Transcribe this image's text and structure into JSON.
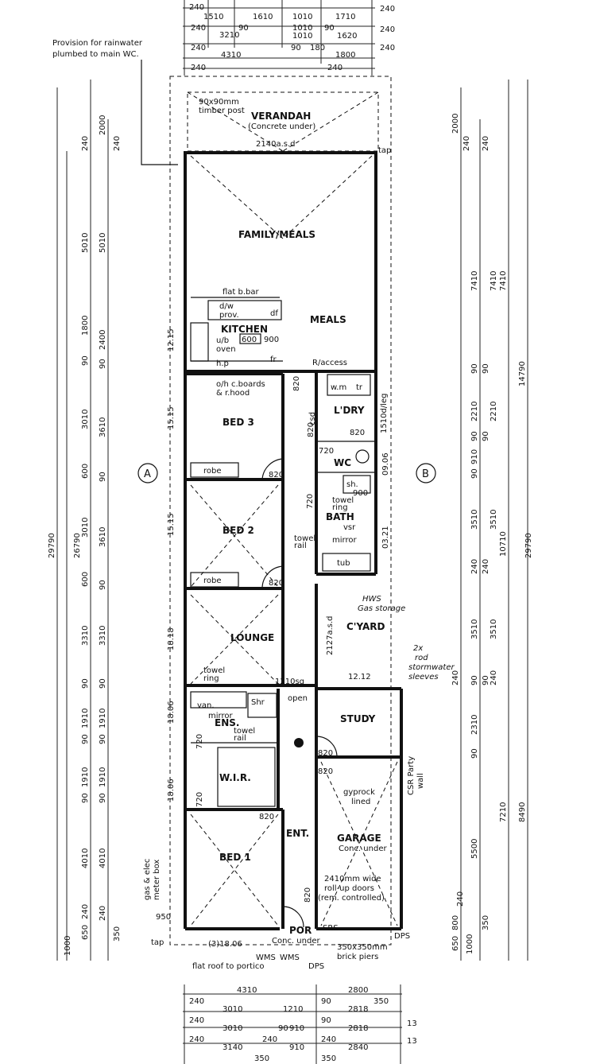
{
  "notes": {
    "rainwater": [
      "Provision for rainwater",
      "plumbed to main WC."
    ],
    "gas_box": [
      "gas & elec",
      "meter box"
    ],
    "flat_roof": "flat roof to portico",
    "stormwater": [
      "2x",
      "rod",
      "stormwater",
      "sleeves"
    ],
    "hws": [
      "HWS",
      "Gas storage"
    ],
    "gyprock": [
      "gyprock",
      "lined"
    ],
    "party_wall": [
      "CSR Party",
      "wall"
    ],
    "ch_codes": [
      "WMS",
      "DPS",
      "SRS",
      "WMS",
      "DPS"
    ]
  },
  "rooms": {
    "verandah": "VERANDAH",
    "verandah_sub": "(Concrete under)",
    "family": "FAMILY/MEALS",
    "meals": "MEALS",
    "kitchen": "KITCHEN",
    "bed3": "BED 3",
    "bed2": "BED 2",
    "lounge": "LOUNGE",
    "laundry": "L'DRY",
    "wc": "WC",
    "bath": "BATH",
    "courtyard": "C'YARD",
    "ens": "ENS.",
    "wir": "W.I.R.",
    "study": "STUDY",
    "ent": "ENT.",
    "garage": "GARAGE",
    "garage_sub": "Conc. under",
    "bed1": "BED 1",
    "porch": "POR",
    "porch_sub": "Conc. under"
  },
  "labels": {
    "timber_post": [
      "90x90mm",
      "timber post"
    ],
    "verandah_size": "2140a.s.d",
    "tap": "tap",
    "flat_bbar": "flat b.bar",
    "hw_prov": [
      "d/w",
      "prov."
    ],
    "df": "df",
    "uo_oven": [
      "u/b",
      "oven"
    ],
    "k600": "600",
    "k900": "900",
    "hp": "h.p",
    "fr": "fr",
    "boards": [
      "o/h c.boards",
      "& r.hood"
    ],
    "raccess": "R/access",
    "wm": "w.m",
    "tr": "tr",
    "csd": "csd",
    "leg": "1510d/leg",
    "robe": "robe",
    "sh": "sh.",
    "v900": "900",
    "towel_ring": [
      "towel",
      "ring"
    ],
    "vsr": "vsr",
    "mirror": "mirror",
    "towel_rail": [
      "towel",
      "rail"
    ],
    "tub": "tub",
    "ws_2127": "2127a.s.d",
    "c1212": "12.12",
    "lounge_towel": [
      "towel",
      "ring"
    ],
    "sq1210": "1210sq",
    "open": "open",
    "van": "van.",
    "ens_mirror": "mirror",
    "ens_sh": "Shr",
    "ens_rail": [
      "towel",
      "rail"
    ],
    "roller": [
      "2410mm wide",
      "roll-up doors",
      "(rem. controlled)"
    ],
    "piers": [
      "350x350mm",
      "brick piers"
    ],
    "porch_size": "(3)18.06",
    "grid_a": "A",
    "grid_b": "B"
  },
  "door_sizes": {
    "d820_bed3": "820",
    "d820_bed2": "820",
    "d820_kitchen": "820",
    "d820_csd": "820",
    "d820_ldry": "820",
    "d720_wc": "720",
    "d720_bath": "720",
    "d820_study": "820",
    "d820_garage": "820",
    "d820_wir": "820",
    "d720_ens": "720",
    "d720_wir": "720",
    "d820_ent": "820",
    "w1215": "12.15",
    "w1515a": "15.15",
    "w1515b": "15.15",
    "w1818": "18.18",
    "w1806a": "18.06",
    "w1806b": "18.06",
    "w0906": "09.06",
    "w0321": "03.21",
    "w950": "950"
  },
  "top_dims": [
    [
      "240",
      "1510",
      "1610",
      "1010",
      "1710",
      "240"
    ],
    [
      "240",
      "90",
      "1010",
      "90",
      "240"
    ],
    [
      "3210",
      "1010",
      "1620"
    ],
    [
      "240",
      "90",
      "180",
      "1800",
      "240"
    ],
    [
      "4310"
    ],
    [
      "240",
      "240"
    ]
  ],
  "bottom_dims": [
    [
      "4310",
      "2800"
    ],
    [
      "240",
      "3010",
      "1210",
      "2818"
    ],
    [
      "90",
      "350"
    ],
    [
      "240",
      "3010",
      "90",
      "910",
      "90",
      "2818",
      "13"
    ],
    [
      "240",
      "3140",
      "240",
      "910",
      "240",
      "2840",
      "13"
    ],
    [
      "350",
      "350"
    ]
  ],
  "left_dims": {
    "outer": [
      "29790",
      "26790"
    ],
    "col1": [
      "240",
      "2000",
      "5010",
      "1800",
      "90",
      "3010",
      "600",
      "3010",
      "600",
      "3310",
      "90",
      "1910",
      "90",
      "1910",
      "90",
      "4010",
      "240",
      "650",
      "1000"
    ],
    "col2": [
      "240",
      "5010",
      "2400",
      "90",
      "3610",
      "90",
      "3610",
      "90",
      "3310",
      "90",
      "1910",
      "90",
      "1910",
      "90",
      "4010",
      "240",
      "350"
    ]
  },
  "right_dims": {
    "outer": [
      "29790",
      "14790",
      "10710",
      "7410",
      "8490",
      "7210"
    ],
    "col1": [
      "2000",
      "240",
      "7410",
      "90",
      "2210",
      "90",
      "910",
      "90",
      "3510",
      "240",
      "3510",
      "90",
      "240",
      "2310",
      "90",
      "5500",
      "240",
      "800",
      "650",
      "1000"
    ],
    "col2": [
      "240",
      "7410",
      "90",
      "2210",
      "90",
      "3510",
      "240",
      "3510",
      "90",
      "240",
      "350"
    ]
  }
}
